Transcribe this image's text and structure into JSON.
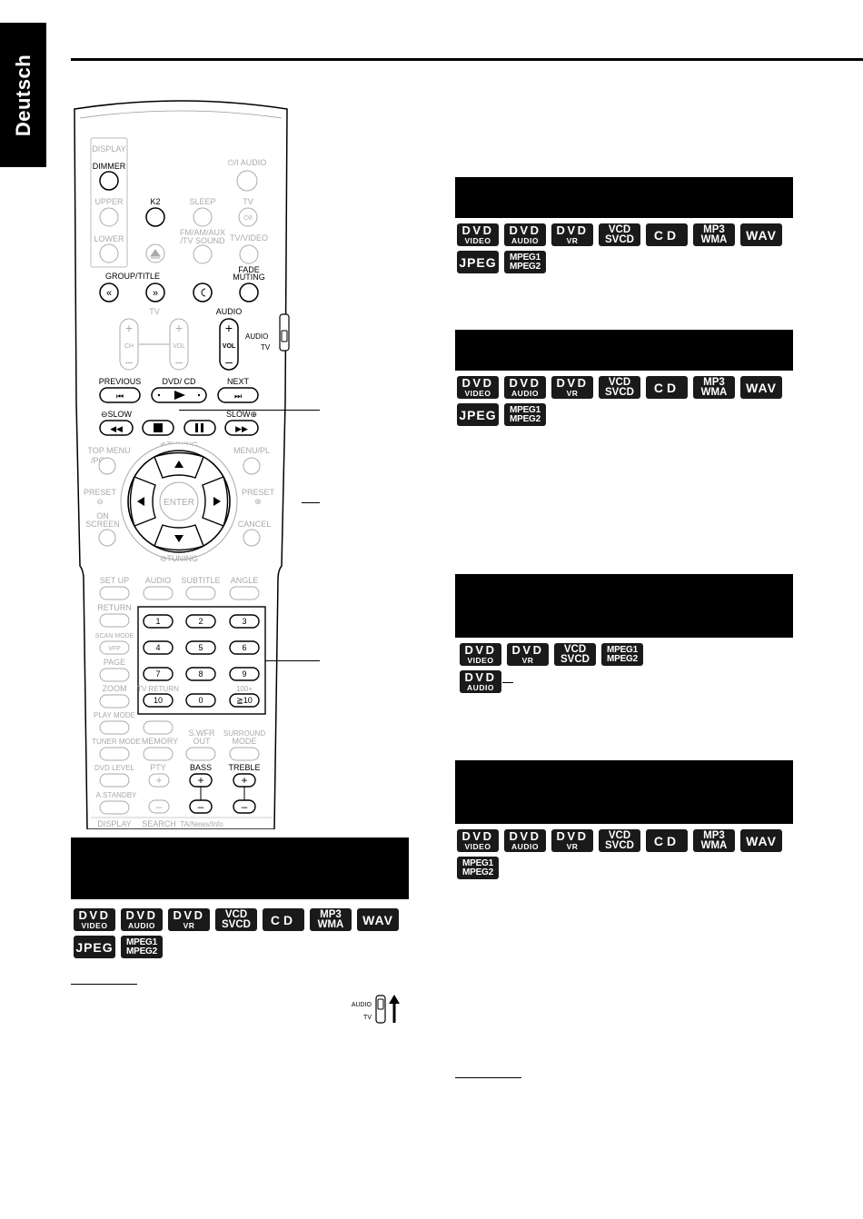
{
  "side_tab": {
    "label": "Deutsch"
  },
  "remote": {
    "buttons": {
      "display": "DISPLAY",
      "dimmer": "DIMMER",
      "power_audio": "⏻/I AUDIO",
      "upper": "UPPER",
      "k2": "K2",
      "sleep": "SLEEP",
      "tv": "TV",
      "tv_power": "⏻/I",
      "lower": "LOWER",
      "fm_am_aux": "FM/AM/AUX",
      "tv_sound": "/TV  SOUND",
      "tv_video": "TV/VIDEO",
      "group_title": "GROUP/TITLE",
      "fade": "FADE",
      "muting": "MUTING",
      "tv_label": "TV",
      "audio_label": "AUDIO",
      "ch": "CH",
      "vol": "VOL",
      "vol_active": "VOL",
      "switch_audio": "AUDIO",
      "switch_tv": "TV",
      "previous": "PREVIOUS",
      "dvd_cd": "DVD/ CD",
      "next": "NEXT",
      "slow_minus": "⊖SLOW",
      "slow_plus": "SLOW⊕",
      "top_menu": "TOP MENU",
      "pg": "/PG",
      "tuning_plus": "⊕TUNING",
      "menu_pl": "MENU/PL",
      "preset_left": "PRESET",
      "preset_right": "PRESET",
      "enter": "ENTER",
      "on": "ON",
      "screen": "SCREEN",
      "cancel": "CANCEL",
      "tuning_minus": "⊖TUNING",
      "set_up": "SET UP",
      "audio": "AUDIO",
      "subtitle": "SUBTITLE",
      "angle": "ANGLE",
      "return": "RETURN",
      "scan_mode": "SCAN MODE",
      "vfp": "VFP",
      "page": "PAGE",
      "zoom": "ZOOM",
      "tv_return": "TV RETURN",
      "hundred_plus": "100+",
      "play_mode": "PLAY MODE",
      "n1": "1",
      "n2": "2",
      "n3": "3",
      "n4": "4",
      "n5": "5",
      "n6": "6",
      "n7": "7",
      "n8": "8",
      "n9": "9",
      "n10": "10",
      "n0": "0",
      "n_ge10": "≧10",
      "tuner_mode": "TUNER MODE",
      "memory": "MEMORY",
      "s_wfr": "S.WFR",
      "out": "OUT",
      "surround": "SURROUND",
      "mode": "MODE",
      "dvd_level": "DVD LEVEL",
      "pty": "PTY",
      "bass": "BASS",
      "treble": "TREBLE",
      "a_standby": "A.STANDBY",
      "display_bottom": "DISPLAY",
      "search": "SEARCH",
      "ta_news_info": "TA/News/Info"
    }
  },
  "disc_labels": {
    "dvd": "DVD",
    "video": "VIDEO",
    "audio": "AUDIO",
    "vr": "VR",
    "vcd": "VCD",
    "svcd": "SVCD",
    "cd": "CD",
    "mp3": "MP3",
    "wma": "WMA",
    "wav": "WAV",
    "jpeg": "JPEG",
    "mpeg1": "MPEG1",
    "mpeg2": "MPEG2"
  },
  "switch_figure": {
    "audio": "AUDIO",
    "tv": "TV"
  }
}
